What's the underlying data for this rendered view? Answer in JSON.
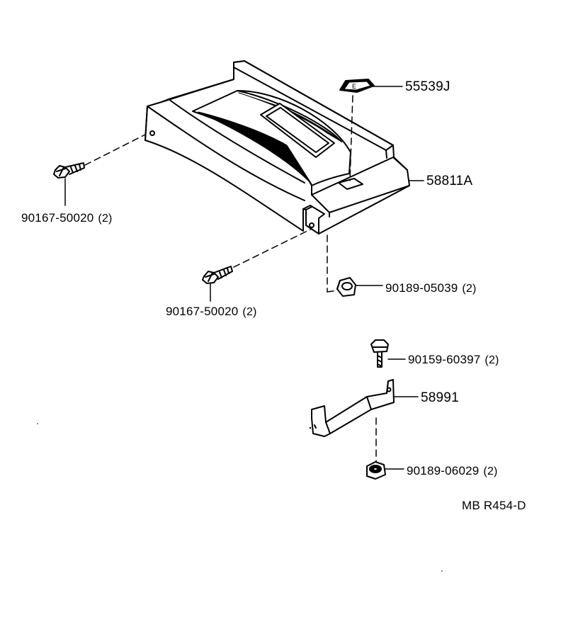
{
  "diagram": {
    "reference_code": "MB R454-D",
    "parts": [
      {
        "id": "p55539J",
        "number": "55539J",
        "qty": "",
        "name": "emblem-plate"
      },
      {
        "id": "p58811A",
        "number": "58811A",
        "qty": "",
        "name": "console-cover"
      },
      {
        "id": "p90167a",
        "number": "90167-50020",
        "qty": "(2)",
        "name": "screw-left"
      },
      {
        "id": "p90167b",
        "number": "90167-50020",
        "qty": "(2)",
        "name": "screw-bottom"
      },
      {
        "id": "p90189a",
        "number": "90189-05039",
        "qty": "(2)",
        "name": "nut-clip"
      },
      {
        "id": "p90159",
        "number": "90159-60397",
        "qty": "(2)",
        "name": "bracket-screw"
      },
      {
        "id": "p58991",
        "number": "58991",
        "qty": "",
        "name": "bracket"
      },
      {
        "id": "p90189b",
        "number": "90189-06029",
        "qty": "(2)",
        "name": "bracket-nut"
      }
    ]
  }
}
